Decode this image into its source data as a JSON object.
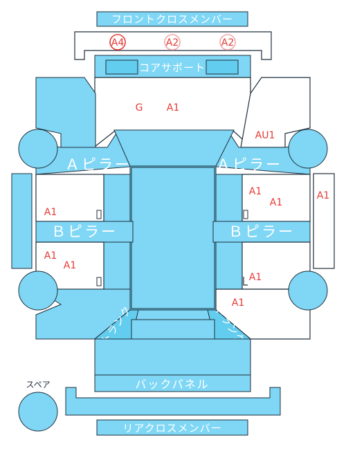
{
  "labels": {
    "front_cross_member": "フロントクロスメンバー",
    "core_support": "コアサポート",
    "a_pillar_left": "Ａピラー",
    "a_pillar_right": "Ａピラー",
    "b_pillar_left": "Ｂピラー",
    "b_pillar_right": "Ｂピラー",
    "back_panel": "バックパネル",
    "rear_cross_member": "リアクロスメンバー",
    "spare": "スペア",
    "trunk_left": "トランク",
    "trunk_right": "トランク"
  },
  "front_member_codes": [
    {
      "code": "A4",
      "style": "strong"
    },
    {
      "code": "A2",
      "style": "light"
    },
    {
      "code": "A2",
      "style": "light"
    }
  ],
  "damage_codes": {
    "hood_g": "G",
    "hood_a1": "A1",
    "fender_right_au1": "AU1",
    "door_left_front_a1": "A1",
    "door_left_rear_a1_1": "A1",
    "door_left_rear_a1_2": "A1",
    "door_right_front_a1_1": "A1",
    "door_right_front_a1_2": "A1",
    "door_right_rear_a1": "A1",
    "right_sill_a1": "A1",
    "quarter_right_a1": "A1"
  },
  "colors": {
    "panel": "#7fd7f5",
    "panel_dark": "#62cdee",
    "outline": "#1f2d3a",
    "damage_text": "#e53935",
    "light_circle": "#f2a6a6"
  }
}
